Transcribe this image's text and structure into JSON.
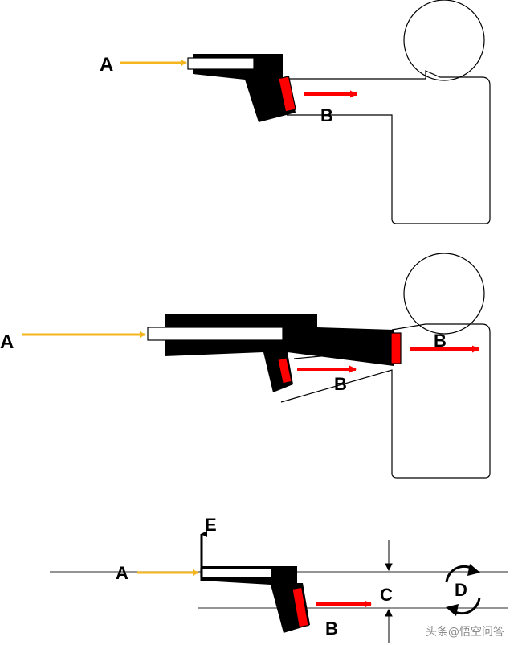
{
  "labels": {
    "a": "A",
    "b": "B",
    "c": "C",
    "d": "D",
    "e": "E"
  },
  "watermark": "头条@悟空问答",
  "colors": {
    "force_arrow_a": "#f5b51c",
    "force_arrow_b": "#ff0000",
    "pad": "#ff0000",
    "gun": "#000000",
    "barrel": "#ffffff",
    "outline": "#000000",
    "guide_line": "#555555"
  },
  "icons": {
    "rotation": "circular-arrows-icon",
    "lift": "up-arrow-icon"
  }
}
